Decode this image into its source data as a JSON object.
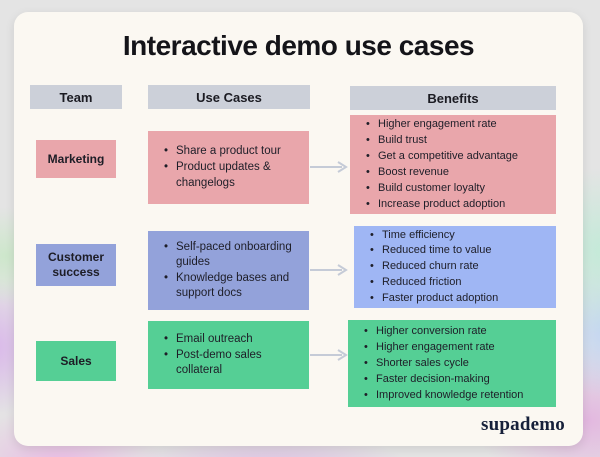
{
  "title": "Interactive demo use cases",
  "brand": {
    "logo_text": "supademo",
    "logo_color": "#16203a"
  },
  "columns": {
    "team": "Team",
    "use_cases": "Use Cases",
    "benefits": "Benefits"
  },
  "colors": {
    "card_bg": "#fbf8f2",
    "header_bg": "#ccd0d9",
    "marketing_pink": "#e9a6ab",
    "customer_periwinkle": "#93a2da",
    "customer_benefits_blue": "#9fb6f4",
    "sales_green": "#55cf95",
    "arrow_gray": "#c5cbd7"
  },
  "rows": [
    {
      "team": "Marketing",
      "box_color": "#e9a6ab",
      "benefits_color": "#e9a6ab",
      "use_cases": [
        "Share a product tour",
        "Product updates & changelogs"
      ],
      "benefits": [
        "Higher engagement rate",
        "Build trust",
        "Get a competitive advantage",
        "Boost revenue",
        "Build customer loyalty",
        "Increase product adoption"
      ]
    },
    {
      "team": "Customer success",
      "box_color": "#93a2da",
      "benefits_color": "#9fb6f4",
      "use_cases": [
        "Self-paced onboarding guides",
        "Knowledge bases and support docs"
      ],
      "benefits": [
        "Time efficiency",
        "Reduced time to value",
        "Reduced churn rate",
        "Reduced friction",
        "Faster product adoption"
      ]
    },
    {
      "team": "Sales",
      "box_color": "#55cf95",
      "benefits_color": "#55cf95",
      "use_cases": [
        "Email outreach",
        "Post-demo sales collateral"
      ],
      "benefits": [
        "Higher conversion rate",
        "Higher engagement rate",
        "Shorter sales cycle",
        "Faster decision-making",
        "Improved knowledge retention"
      ]
    }
  ]
}
